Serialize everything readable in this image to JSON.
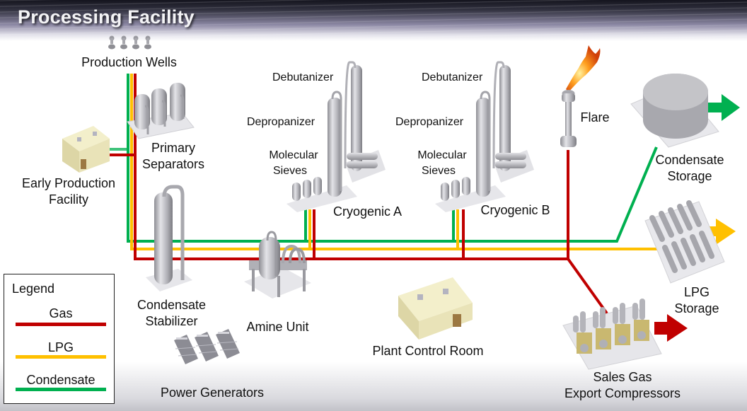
{
  "title": "Processing Facility",
  "colors": {
    "gas": "#c00000",
    "lpg": "#ffc000",
    "condensate": "#00b050",
    "building": "#f0ebbf",
    "equipment": "#b8b8bc"
  },
  "units": {
    "production_wells": "Production Wells",
    "primary_separators": [
      "Primary",
      "Separators"
    ],
    "early_production_facility": [
      "Early Production",
      "Facility"
    ],
    "condensate_stabilizer": [
      "Condensate",
      "Stabilizer"
    ],
    "amine_unit": "Amine Unit",
    "power_generators": "Power Generators",
    "plant_control_room": "Plant Control Room",
    "cryogenic_a": {
      "name": "Cryogenic A",
      "debutanizer": "Debutanizer",
      "depropanizer": "Depropanizer",
      "molecular_sieves": [
        "Molecular",
        "Sieves"
      ]
    },
    "cryogenic_b": {
      "name": "Cryogenic B",
      "debutanizer": "Debutanizer",
      "depropanizer": "Depropanizer",
      "molecular_sieves": [
        "Molecular",
        "Sieves"
      ]
    },
    "flare": "Flare",
    "condensate_storage": [
      "Condensate",
      "Storage"
    ],
    "lpg_storage": [
      "LPG",
      "Storage"
    ],
    "sales_gas_export_compressors": [
      "Sales Gas",
      "Export Compressors"
    ]
  },
  "legend": {
    "title": "Legend",
    "items": [
      {
        "label": "Gas",
        "color": "#c00000"
      },
      {
        "label": "LPG",
        "color": "#ffc000"
      },
      {
        "label": "Condensate",
        "color": "#00b050"
      }
    ]
  }
}
